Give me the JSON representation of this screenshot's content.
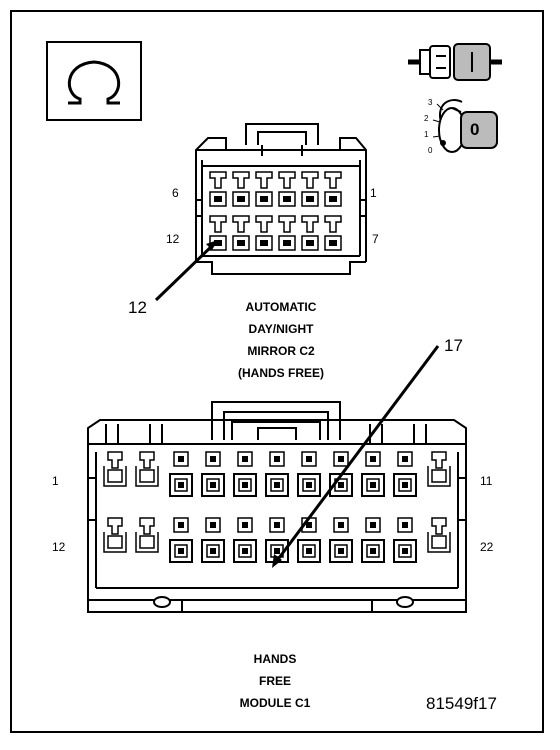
{
  "top_connector": {
    "pin_labels": {
      "top_left": "6",
      "top_right": "1",
      "bottom_left": "12",
      "bottom_right": "7"
    },
    "callout": "12",
    "title_lines": [
      "AUTOMATIC",
      "DAY/NIGHT",
      "MIRROR C2",
      "(HANDS FREE)"
    ]
  },
  "bottom_connector": {
    "pin_labels": {
      "top_left": "1",
      "top_right": "11",
      "bottom_left": "12",
      "bottom_right": "22"
    },
    "callout": "17",
    "title_lines": [
      "HANDS",
      "FREE",
      "MODULE C1"
    ]
  },
  "key_icon": {
    "positions": [
      "3",
      "2",
      "1",
      "0"
    ],
    "label": "0"
  },
  "figure_id": "81549f17",
  "icons": [
    "omega-icon",
    "connector-plug-icon",
    "ignition-key-icon"
  ]
}
